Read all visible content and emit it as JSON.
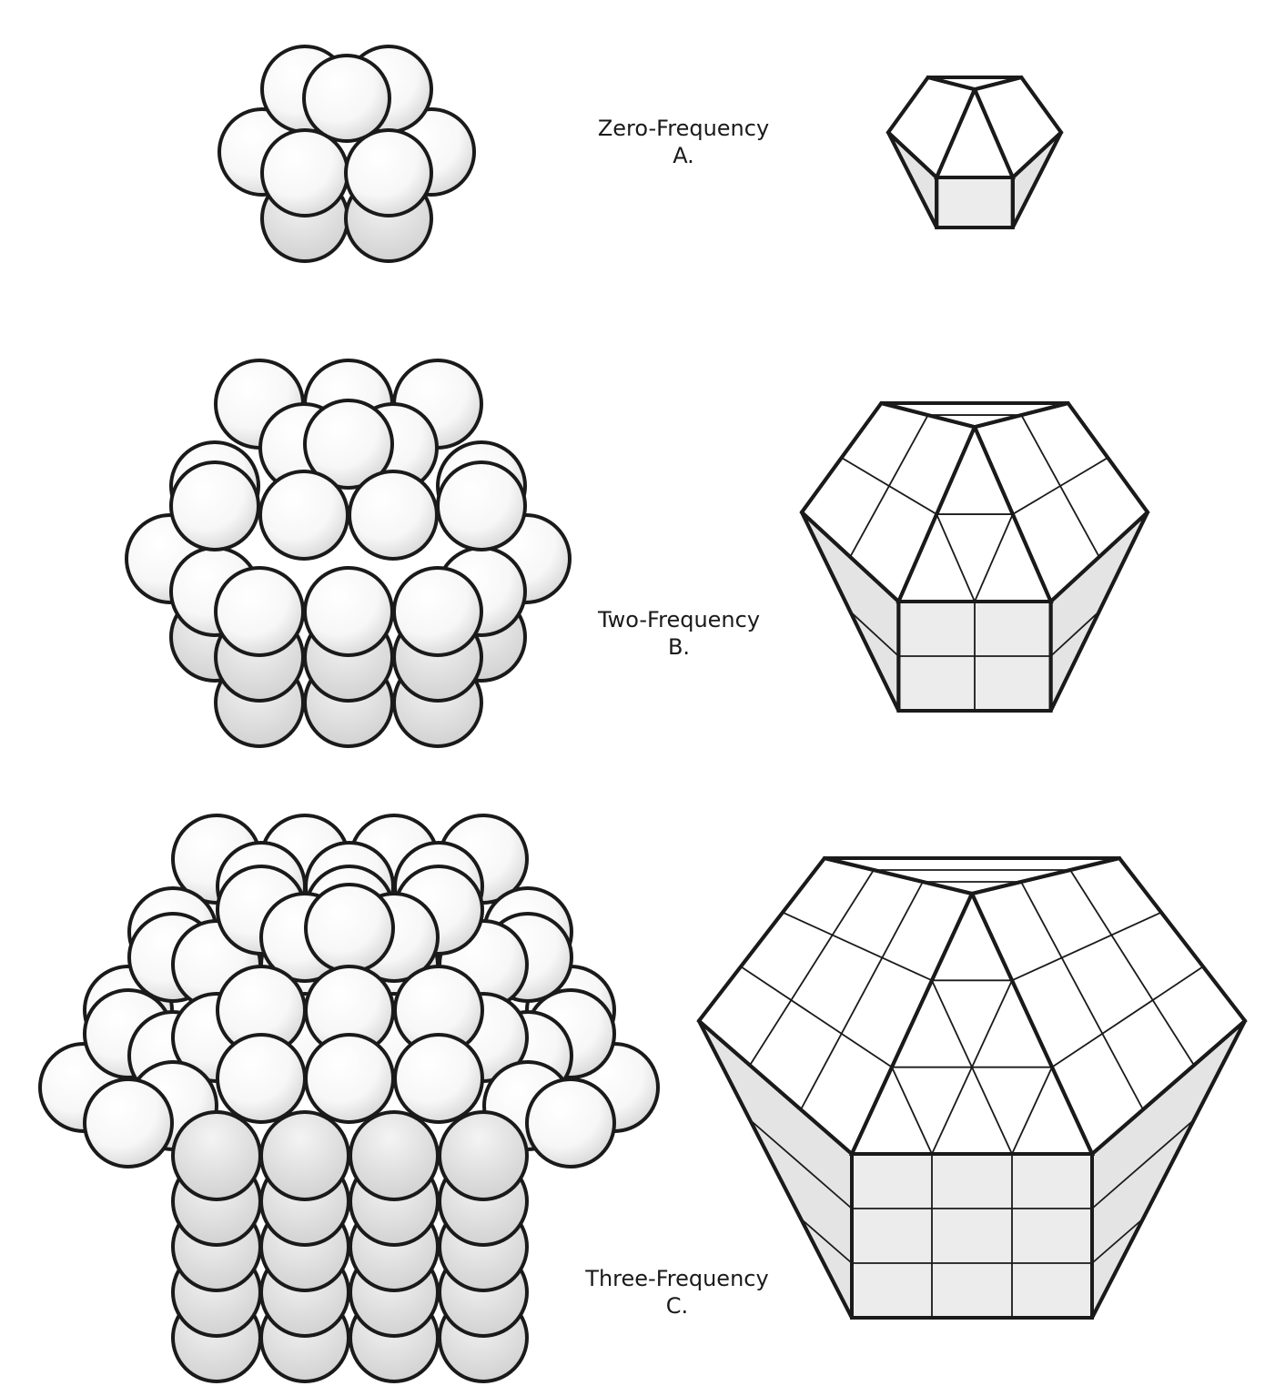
{
  "panels": [
    {
      "frequency_label": "Zero-Frequency",
      "letter": "A.",
      "frequency": 0
    },
    {
      "frequency_label": "Two-Frequency",
      "letter": "B.",
      "frequency": 2
    },
    {
      "frequency_label": "Three-Frequency",
      "letter": "C.",
      "frequency": 3
    }
  ],
  "colors": {
    "stroke": "#1a1a1a",
    "sphere_fill": "#ffffff",
    "sphere_shade": "#d6d6d6",
    "face_fill": "#ffffff",
    "side_fill": "#e4e4e4",
    "front_fill": "#ececec"
  }
}
